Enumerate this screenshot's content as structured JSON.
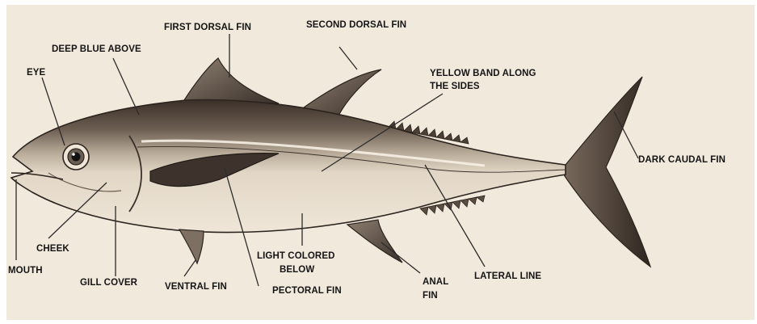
{
  "diagram": {
    "labels": {
      "first_dorsal_fin": "FIRST DORSAL FIN",
      "second_dorsal_fin": "SECOND DORSAL FIN",
      "deep_blue_above": "DEEP BLUE ABOVE",
      "eye": "EYE",
      "yellow_band_line1": "YELLOW BAND ALONG",
      "yellow_band_line2": "THE SIDES",
      "dark_caudal_fin": "DARK CAUDAL FIN",
      "cheek": "CHEEK",
      "mouth": "MOUTH",
      "gill_cover": "GILL COVER",
      "ventral_fin": "VENTRAL FIN",
      "light_colored_line1": "LIGHT  COLORED",
      "light_colored_line2": "BELOW",
      "pectoral_fin": "PECTORAL FIN",
      "anal_fin_line1": "ANAL",
      "anal_fin_line2": "FIN",
      "lateral_line": "LATERAL LINE"
    },
    "colors": {
      "background": "#f2e9dd",
      "body_dark": "#5a4d42",
      "body_light": "#e9dfd0",
      "outline": "#2b231d",
      "label_text": "#141414"
    }
  }
}
